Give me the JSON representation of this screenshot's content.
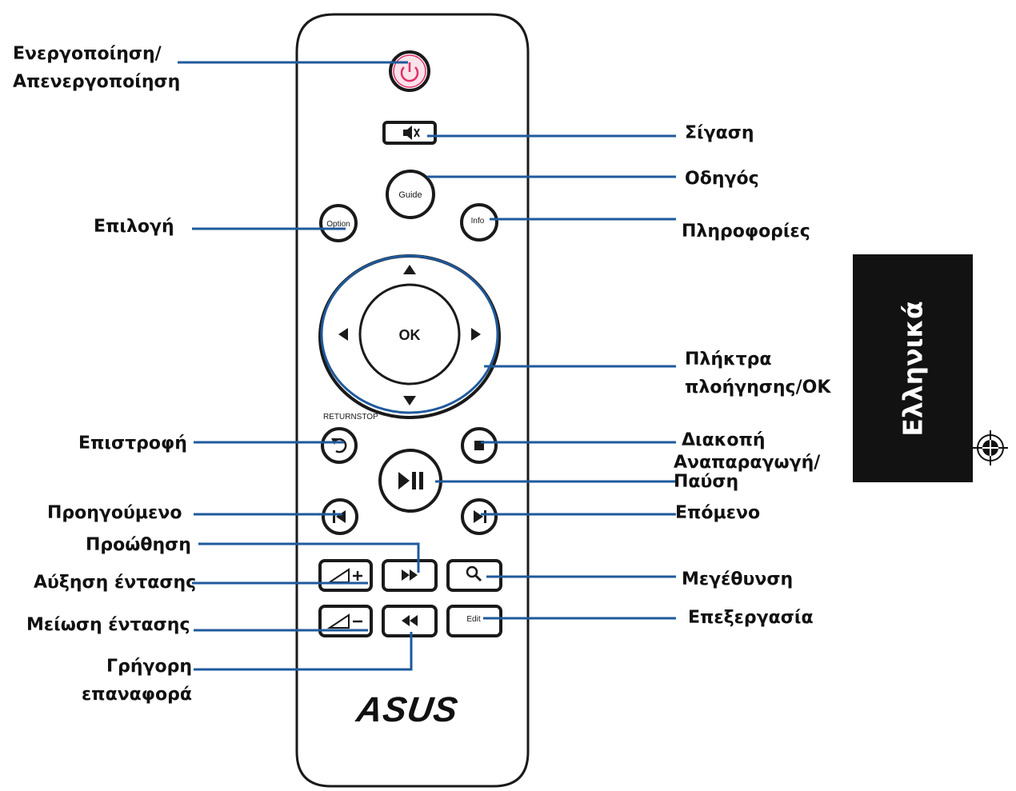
{
  "remote": {
    "brand": "ASUS",
    "button_texts": {
      "guide": "Guide",
      "option": "Option",
      "info": "Info",
      "ok": "OK",
      "return_stop": "RETURNSTOP",
      "edit": "Edit"
    }
  },
  "labels": {
    "power": [
      "Ενεργοποίηση/",
      "Απενεργοποίηση"
    ],
    "mute": "Σίγαση",
    "guide": "Οδηγός",
    "option": "Επιλογή",
    "info": "Πληροφορίες",
    "nav_ok": [
      "Πλήκτρα",
      "πλοήγησης/OK"
    ],
    "return": "Επιστροφή",
    "stop": "Διακοπή",
    "play_pause": [
      "Αναπαραγωγή/",
      "Παύση"
    ],
    "previous": "Προηγούμενο",
    "next": "Επόμενο",
    "fast_forward": "Προώθηση",
    "volume_up": "Αύξηση έντασης",
    "zoom": "Μεγέθυνση",
    "volume_down": "Μείωση έντασης",
    "edit": "Επεξεργασία",
    "rewind": [
      "Γρήγορη",
      "επαναφορά"
    ]
  },
  "side_tab": "Ελληνικά",
  "colors": {
    "leader_line": "#1f5a9c",
    "power_button": "#e0306a",
    "outline": "#1a1a1a",
    "side_tab": "#121212"
  }
}
